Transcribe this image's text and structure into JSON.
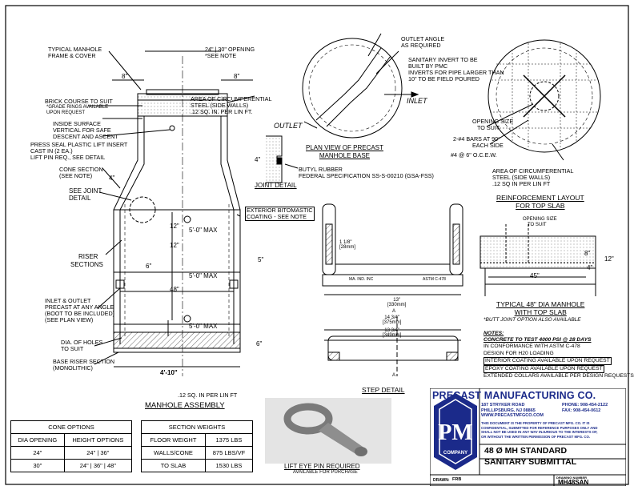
{
  "assembly": {
    "labels": {
      "frame": [
        "TYPICAL MANHOLE",
        "FRAME & COVER"
      ],
      "brick": "BRICK COURSE TO SUIT",
      "grade_rings": [
        "*GRADE RINGS AVAILABLE",
        "UPON REQUEST"
      ],
      "inside_surface": [
        "INSIDE SURFACE",
        "VERTICAL FOR SAFE",
        "DESCENT AND ASCENT"
      ],
      "press_seal": [
        "PRESS SEAL PLASTIC LIFT INSERT",
        "CAST IN (2 EA.)",
        "LIFT PIN REQ., SEE DETAIL"
      ],
      "cone_section": [
        "CONE SECTION",
        "(SEE NOTE)"
      ],
      "see_joint": [
        "SEE JOINT",
        "DETAIL"
      ],
      "riser": [
        "RISER",
        "SECTIONS"
      ],
      "inlet_outlet": [
        "INLET & OUTLET",
        "PRECAST AT ANY ANGLE",
        "(BOOT TO BE INCLUDED)",
        "(SEE PLAN VIEW)"
      ],
      "dia_holes": [
        "DIA. OF HOLES",
        "TO SUIT"
      ],
      "base_riser": [
        "BASE RISER SECTION",
        "(MONOLITHIC)"
      ],
      "area_circ": [
        "AREA OF CIRCUMFERENTIAL",
        "STEEL (SIDE WALLS)",
        ".12 SQ. IN. PER LIN FT."
      ],
      "exterior": [
        "EXTERIOR BITOMASTIC",
        "COATING - SEE NOTE"
      ],
      "sq_in_bottom": ".12 SQ. IN PER LIN FT",
      "opening": "24\" | 30\" OPENING",
      "see_note": "*SEE NOTE"
    },
    "dims": {
      "top_left": "8\"",
      "top_right": "8\"",
      "cone_4": "4\"",
      "dim_12a": "12\"",
      "dim_12b": "12\"",
      "dim_6": "6\"",
      "max1": "5'-0\" MAX",
      "max2": "5'-0\" MAX",
      "max3": "5'-0\" MAX",
      "dim_48": "48\"",
      "dim_5": "5\"",
      "base_6": "6\"",
      "width": "4'-10\""
    },
    "title": "MANHOLE ASSEMBLY"
  },
  "plan_view": {
    "outlet_angle": [
      "OUTLET ANGLE",
      "AS REQUIRED"
    ],
    "sanitary": [
      "SANITARY INVERT TO BE",
      "BUILT BY PMC",
      "INVERTS FOR PIPE LARGER THAN",
      "10\" TO BE FIELD POURED"
    ],
    "inlet": "INLET",
    "outlet": "OUTLET",
    "title": [
      "PLAN VIEW OF PRECAST",
      "MANHOLE BASE"
    ]
  },
  "joint_detail": {
    "dim_4": "4\"",
    "butyl": "BUTYL RUBBER",
    "federal": "FEDERAL SPECIFICATION SS-S-00210 (GSA-FSS)",
    "title": "JOINT DETAIL"
  },
  "reinforcement": {
    "opening": [
      "OPENING SIZE",
      "TO SUIT"
    ],
    "bars": [
      "2-#4 BARS AT 90°",
      "EACH SIDE"
    ],
    "cew": "#4 @ 6\" O.C.E.W.",
    "area": [
      "AREA OF CIRCUMFERENTIAL",
      "STEEL (SIDE WALLS)",
      ".12 SQ IN PER LIN FT"
    ],
    "title": [
      "REINFORCEMENT LAYOUT",
      "FOR TOP SLAB"
    ]
  },
  "step_detail": {
    "dim_1_18": "1 1/8\"",
    "dim_28mm": "[28mm]",
    "brand": "MA. IND. INC",
    "model": "ASTM C-478",
    "dim_13": "13\"",
    "dim_330": "[330mm]",
    "dim_14": "14 3/4\"",
    "dim_375": "[375mm]",
    "dim_13b": "13 3/4\"",
    "dim_349": "[349mm]",
    "section_a": "A",
    "title": "STEP DETAIL"
  },
  "top_slab": {
    "opening": [
      "OPENING SIZE",
      "TO SUIT"
    ],
    "dim_8": "8\"",
    "dim_12": "12\"",
    "dim_4": "4\"",
    "dim_45": "45\"",
    "title": [
      "TYPICAL 48\" DIA MANHOLE",
      "WITH TOP SLAB"
    ],
    "butt": "*BUTT JOINT OPTION ALSO AVAILABLE"
  },
  "notes": {
    "heading": "NOTES:",
    "lines": [
      "CONCRETE TO TEST 4000 PSI @ 28 DAYS",
      "IN CONFORMANCE WITH ASTM C-478",
      "DESIGN FOR H20 LOADING",
      "INTERIOR COATING AVAILABLE UPON REQUEST",
      "EPOXY COATING AVAILABLE UPON REQUEST",
      "EXTENDED COLLARS AVAILABLE PER DESIGN REQUESTS"
    ]
  },
  "cone_options": {
    "title": "CONE OPTIONS",
    "headers": [
      "DIA OPENING",
      "HEIGHT OPTIONS"
    ],
    "rows": [
      [
        "24\"",
        "24\" | 36\""
      ],
      [
        "30\"",
        "24\" | 36\" | 48\""
      ]
    ]
  },
  "section_weights": {
    "title": "SECTION WEIGHTS",
    "rows": [
      [
        "FLOOR WEIGHT",
        "1375 LBS"
      ],
      [
        "WALLS/CONE",
        "875 LBS/VF"
      ],
      [
        "TO SLAB",
        "1530 LBS"
      ]
    ]
  },
  "lift_pin": {
    "title": "LIFT EYE PIN REQUIRED",
    "sub": "AVAILABLE FOR PURCHASE"
  },
  "company": {
    "name": "PRECAST MANUFACTURING CO.",
    "address1": "187 STRYKER ROAD",
    "address2": "PHILLIPSBURG, NJ 08865",
    "website": "WWW.PRECASTMFGCO.COM",
    "phone": "PHONE: 908-454-2122",
    "fax": "FAX: 908-454-0612",
    "disclaimer": [
      "THIS DOCUMENT IS THE PROPERTY OF PRECAST MFG. CO. IT IS",
      "CONFIDENTIAL, SUBMITTED FOR REFERENCE PURPOSES ONLY AND",
      "SHALL NOT BE USED IN ANY WAY INJURIOUS TO THE INTERESTS OF,",
      "OR WITHOUT THE WRITTEN PERMISSION OF PRECAST MFG. CO."
    ],
    "logo_letters": "PM",
    "logo_word": "COMPANY",
    "drawing_title1": "48 Ø MH STANDARD",
    "drawing_title2": "SANITARY SUBMITTAL",
    "drawn_label": "DRAWN:",
    "drawn_value": "FRB",
    "number_label": "DRAWING NUMBER",
    "number_value": "MH48SAN",
    "brand_color": "#1b2a8a"
  }
}
